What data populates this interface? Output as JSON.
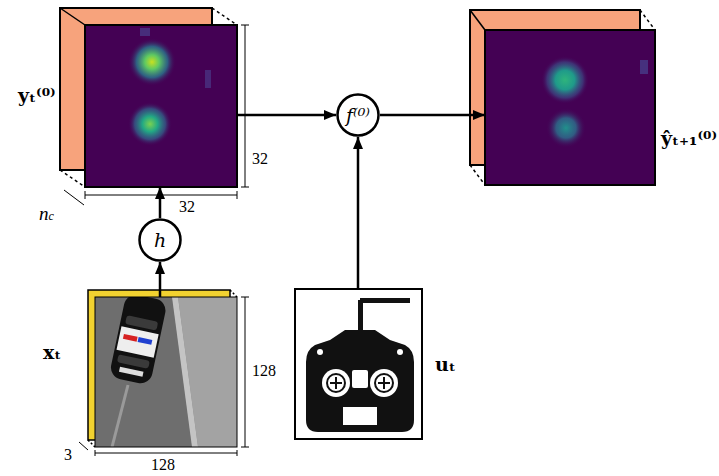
{
  "diagram": {
    "nodes": [
      {
        "text": [
          "yₜ⁽⁰⁾"
        ]
      },
      {
        "text": [
          "f⁽⁰⁾"
        ]
      },
      {
        "text": [
          "ŷₜ₊₁⁽⁰⁾"
        ]
      },
      {
        "text": [
          "h"
        ]
      },
      {
        "text": [
          "xₜ"
        ]
      },
      {
        "text": [
          "uₜ"
        ]
      }
    ],
    "edges": [
      {
        "from": 4,
        "to": 3,
        "arrow": "to"
      },
      {
        "from": 3,
        "to": 0,
        "arrow": "to"
      },
      {
        "from": 0,
        "to": 1,
        "arrow": "to"
      },
      {
        "from": 5,
        "to": 1,
        "arrow": "to"
      },
      {
        "from": 1,
        "to": 2,
        "arrow": "to"
      }
    ],
    "labels": [
      "32",
      "32",
      "nc",
      "128",
      "128",
      "3"
    ]
  }
}
